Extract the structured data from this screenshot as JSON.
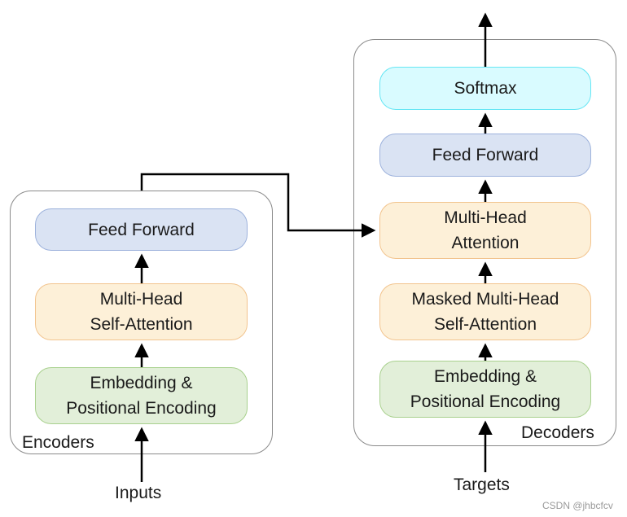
{
  "encoder": {
    "label": "Encoders",
    "feed_forward": "Feed Forward",
    "attention": [
      "Multi-Head",
      "Self-Attention"
    ],
    "embedding": [
      "Embedding &",
      "Positional Encoding"
    ],
    "input_label": "Inputs"
  },
  "decoder": {
    "label": "Decoders",
    "softmax": "Softmax",
    "feed_forward": "Feed Forward",
    "cross_attention": [
      "Multi-Head",
      "Attention"
    ],
    "masked_attention": [
      "Masked Multi-Head",
      "Self-Attention"
    ],
    "embedding": [
      "Embedding &",
      "Positional Encoding"
    ],
    "input_label": "Targets"
  },
  "watermark": "CSDN @jhbcfcv",
  "colors": {
    "feed_forward": "#dae3f3",
    "attention": "#fdf0d8",
    "embedding": "#e2efd9",
    "softmax": "#d9fbff",
    "container_border": "#8a8a8a",
    "arrow": "#000000"
  }
}
